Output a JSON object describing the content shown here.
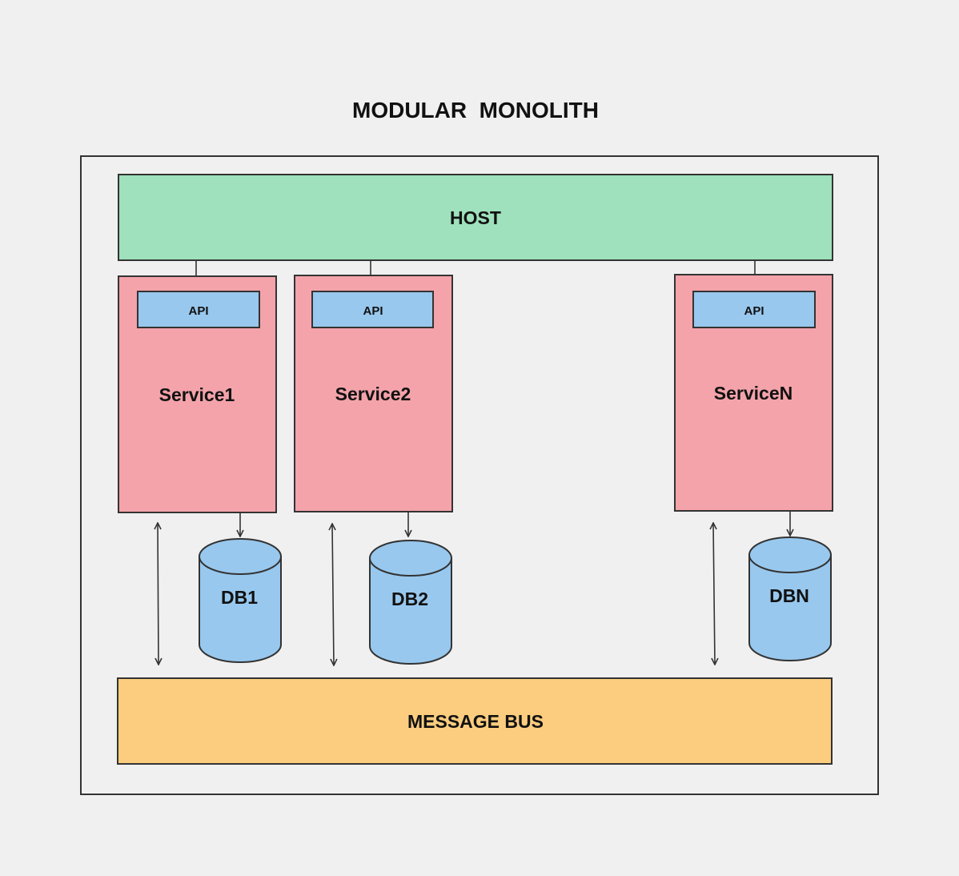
{
  "title": "MODULAR  MONOLITH",
  "host": {
    "label": "HOST"
  },
  "services": [
    {
      "name": "Service1",
      "api": "API",
      "db": "DB1"
    },
    {
      "name": "Service2",
      "api": "API",
      "db": "DB2"
    },
    {
      "name": "ServiceN",
      "api": "API",
      "db": "DBN"
    }
  ],
  "message_bus": {
    "label": "MESSAGE BUS"
  },
  "colors": {
    "background": "#f0f0f0",
    "host": "#9ee1bc",
    "service": "#f4a3aa",
    "api": "#98c8ee",
    "database": "#98c8ee",
    "message_bus": "#fccd7e",
    "stroke": "#333333",
    "text": "#111111"
  }
}
